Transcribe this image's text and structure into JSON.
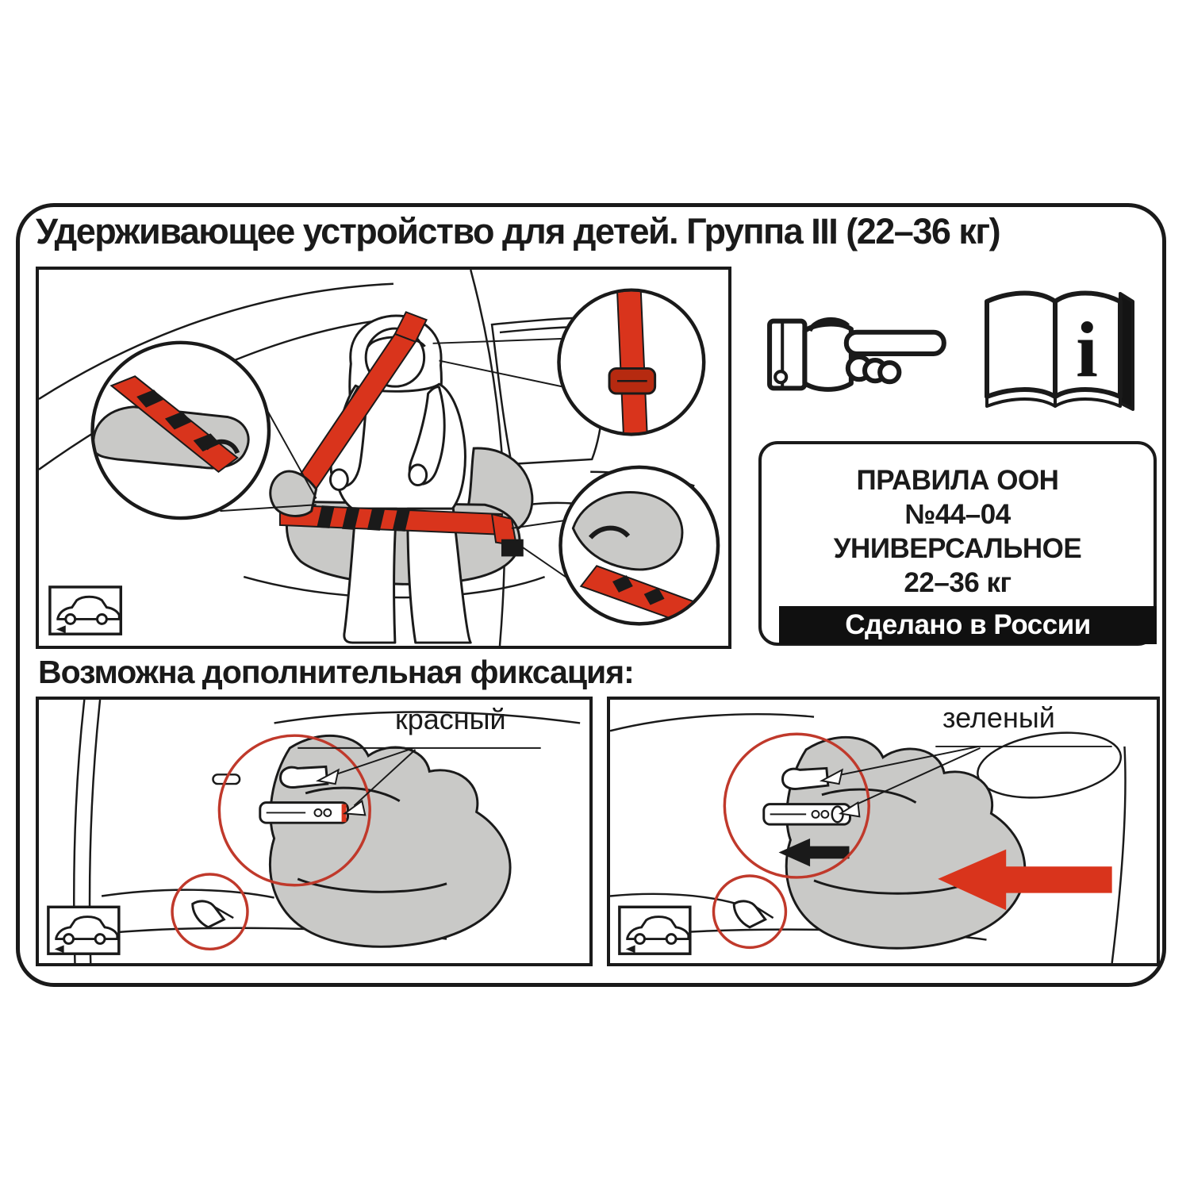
{
  "document": {
    "title": "Удерживающее устройство для детей. Группа III (22–36 кг)"
  },
  "certification": {
    "lines": [
      "ПРАВИЛА ООН",
      "№44–04",
      "УНИВЕРСАЛЬНОЕ",
      "22–36 кг"
    ],
    "made_in": "Сделано в России"
  },
  "fixation": {
    "heading": "Возможна дополнительная фиксация:",
    "left_label": "красный",
    "right_label": "зеленый"
  },
  "icons": {
    "pointing_hand": "pointing-hand-icon",
    "info_book": "info-book-icon",
    "info_glyph": "i",
    "car": "car-icon"
  },
  "colors": {
    "belt_red": "#d9341c",
    "highlight_red": "#c0392b",
    "seat_gray": "#c9c9c7",
    "ink": "#1a1a1a"
  }
}
